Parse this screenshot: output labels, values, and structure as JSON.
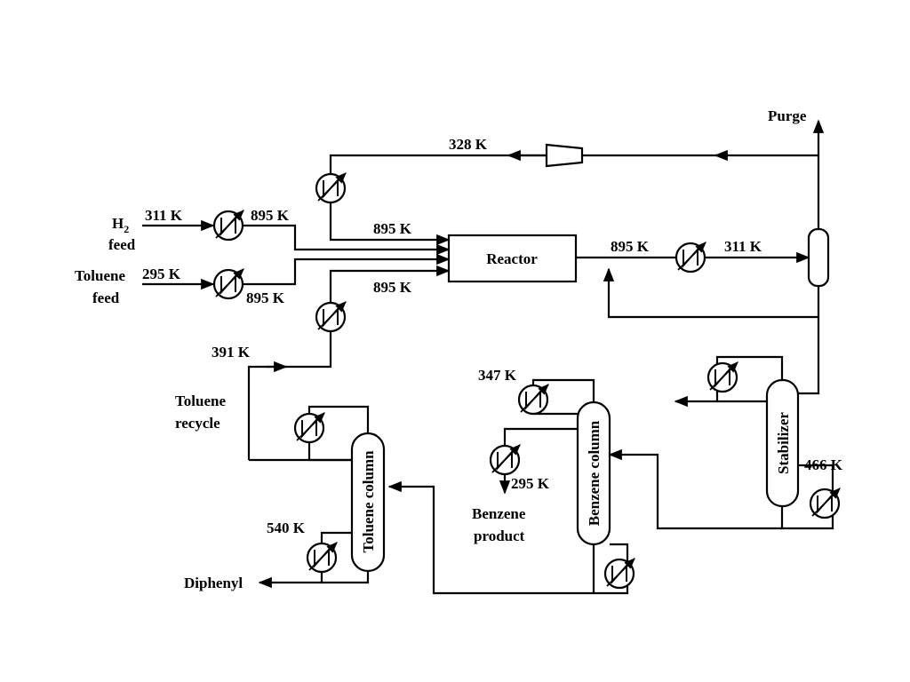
{
  "labels": {
    "purge": "Purge",
    "temp_compressor_out": "328 K",
    "h2_feed_symbol": "H",
    "h2_feed_subscript": "2",
    "h2_feed_word": "feed",
    "h2_in_temp": "311 K",
    "h2_out_temp": "895 K",
    "recycle_gas_temp": "895 K",
    "toluene_feed_line1": "Toluene",
    "toluene_feed_line2": "feed",
    "toluene_in_temp": "295 K",
    "toluene_out_temp": "895 K",
    "toluene_recycle_heated_temp": "895 K",
    "reactor": "Reactor",
    "reactor_out_temp": "895 K",
    "cooler_out_temp": "311 K",
    "recycle_in_temp": "391 K",
    "toluene_recycle_line1": "Toluene",
    "toluene_recycle_line2": "recycle",
    "benzene_condenser_temp": "347 K",
    "benzene_product_temp": "295 K",
    "benzene_product_line1": "Benzene",
    "benzene_product_line2": "product",
    "stabilizer": "Stabilizer",
    "stabilizer_reboiler_temp": "466 K",
    "benzene_column": "Benzene column",
    "toluene_column": "Toluene column",
    "toluene_reboiler_temp": "540 K",
    "diphenyl": "Diphenyl"
  }
}
